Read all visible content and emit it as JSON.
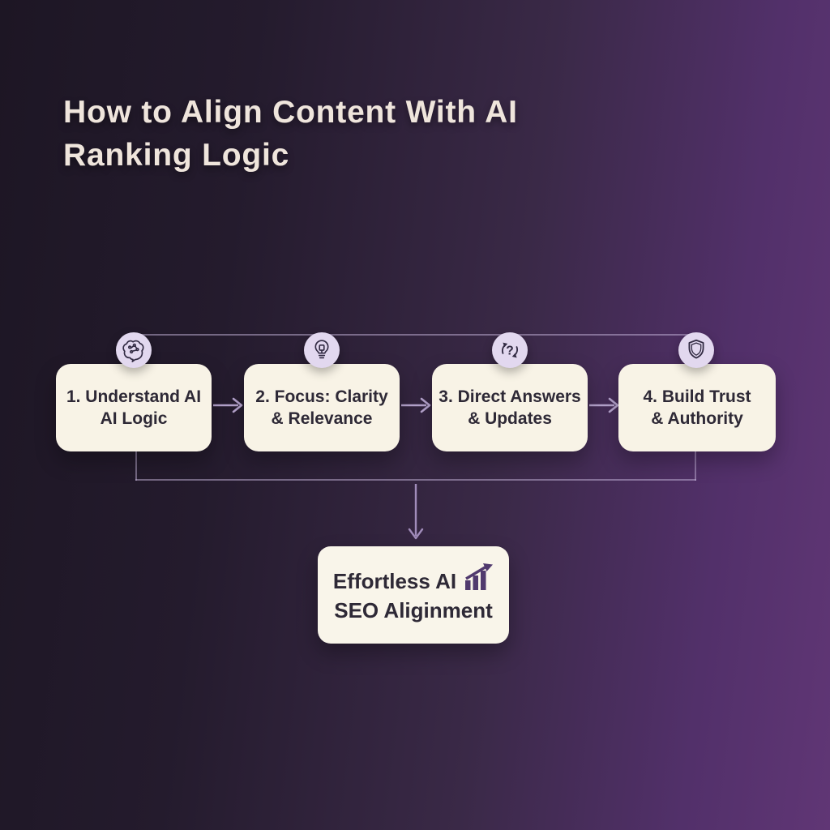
{
  "title": {
    "line1": "How to Align Content With AI",
    "line2": "Ranking Logic"
  },
  "steps": [
    {
      "icon": "brain-icon",
      "line1": "1. Understand AI",
      "line2": "AI Logic"
    },
    {
      "icon": "lightbulb-icon",
      "line1": "2. Focus: Clarity",
      "line2": "& Relevance"
    },
    {
      "icon": "refresh-question-icon",
      "line1": "3. Direct Answers",
      "line2": "& Updates"
    },
    {
      "icon": "shield-icon",
      "line1": "4. Build Trust",
      "line2": "& Authority"
    }
  ],
  "result": {
    "icon": "growth-chart-icon",
    "line1": "Effortless AI",
    "line2": "SEO Aliginment"
  },
  "colors": {
    "background_left": "#1d1624",
    "background_right": "#603675",
    "card_background": "#f8f3e6",
    "card_text": "#2e2936",
    "title_text": "#efe5dc",
    "icon_circle": "#e2d8ef",
    "icon_glyph": "#312a42",
    "connector_line": "#cdbce2",
    "arrow": "#b7a5cf",
    "chart_icon": "#513a6e"
  }
}
